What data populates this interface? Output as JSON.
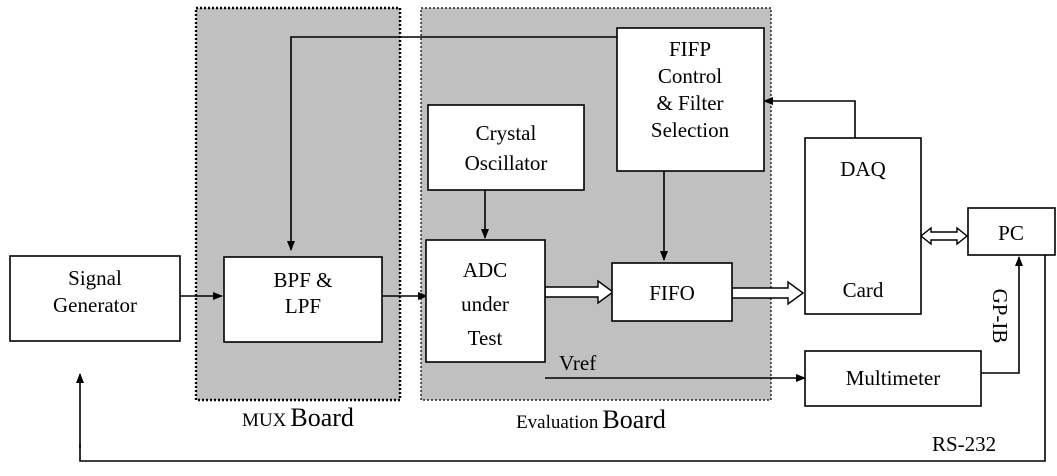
{
  "panels": {
    "mux": {
      "label_small": "MUX",
      "label_big": "Board"
    },
    "evaluation": {
      "label_small": "Evaluation",
      "label_big": "Board"
    }
  },
  "blocks": {
    "signal_generator": [
      "Signal",
      "Generator"
    ],
    "bpf_lpf": [
      "BPF &",
      "LPF"
    ],
    "crystal_oscillator": [
      "Crystal",
      "Oscillator"
    ],
    "fifp_control": [
      "FIFP",
      "Control",
      "& Filter",
      "Selection"
    ],
    "adc": [
      "ADC",
      "under",
      "Test"
    ],
    "fifo": [
      "FIFO"
    ],
    "daq_card": [
      "DAQ",
      "Card"
    ],
    "pc": [
      "PC"
    ],
    "multimeter": [
      "Multimeter"
    ]
  },
  "signals": {
    "vref": "Vref",
    "gpib": "GP-IB",
    "rs232": "RS-232"
  }
}
